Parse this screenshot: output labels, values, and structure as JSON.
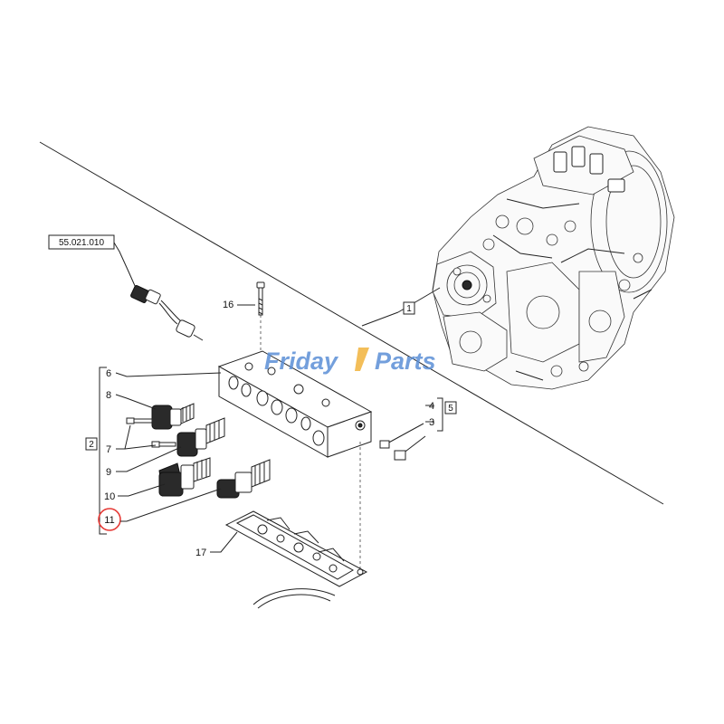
{
  "reference_label": "55.021.010",
  "callouts": {
    "c1": "1",
    "c2": "2",
    "c3": "3",
    "c4": "4",
    "c5": "5",
    "c6": "6",
    "c7": "7",
    "c8": "8",
    "c9": "9",
    "c10": "10",
    "c11": "11",
    "c16": "16",
    "c17": "17"
  },
  "watermark": {
    "part1": "Friday",
    "part2": "Parts",
    "color_primary": "#5b8fd6",
    "color_accent": "#f2b33d"
  },
  "colors": {
    "line": "#222222",
    "highlight": "#e53935"
  }
}
